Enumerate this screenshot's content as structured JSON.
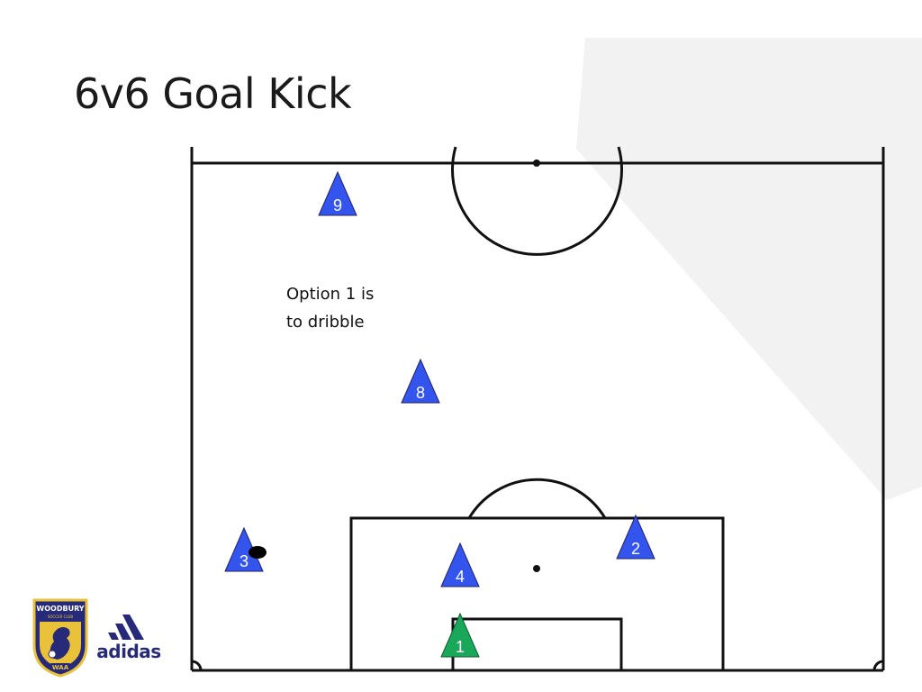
{
  "slide": {
    "title": "6v6 Goal Kick",
    "caption_lines": [
      "Option 1 is",
      "to dribble"
    ]
  },
  "players": [
    {
      "number": "9",
      "team": "attacking",
      "color": "#3355ee"
    },
    {
      "number": "8",
      "team": "attacking",
      "color": "#3355ee"
    },
    {
      "number": "3",
      "team": "attacking",
      "color": "#3355ee"
    },
    {
      "number": "4",
      "team": "attacking",
      "color": "#3355ee"
    },
    {
      "number": "2",
      "team": "attacking",
      "color": "#3355ee"
    },
    {
      "number": "1",
      "team": "goalkeeper",
      "color": "#19a85a"
    }
  ],
  "logos": {
    "club_crest_top": "WOODBURY",
    "club_crest_sub": "SOCCER CLUB",
    "club_crest_bottom": "WAA",
    "sponsor": "adidas"
  },
  "colors": {
    "field_lines": "#111111",
    "player_blue": "#3355ee",
    "goalkeeper_green": "#19a85a",
    "crest_gold": "#e9c23a",
    "crest_navy": "#262a78",
    "background_panel": "#f2f2f2"
  }
}
